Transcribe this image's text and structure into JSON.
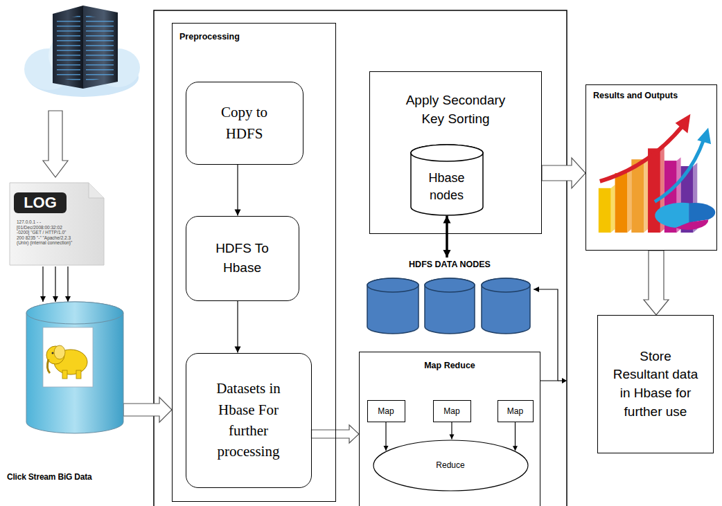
{
  "diagram": {
    "nodes": [
      {
        "text": [
          "Click Stream BiG Data"
        ]
      },
      {
        "text": [
          "LOG",
          "127.0.0.1 - - [01/Dec/2008:00:32:02 -0200] \"GET / HTTP/1.0\" 200 8235 \"-\" \"Apache/2.2.3 (Unix) (internal connection)\""
        ]
      },
      {
        "text": [
          "Preprocessing"
        ]
      },
      {
        "text": [
          "Copy to HDFS"
        ],
        "in": 2
      },
      {
        "text": [
          "HDFS To Hbase"
        ],
        "in": 2
      },
      {
        "text": [
          "Datasets in Hbase For further processing"
        ],
        "in": 2
      },
      {
        "text": [
          "Apply Secondary Key Sorting"
        ]
      },
      {
        "text": [
          "Hbase nodes"
        ],
        "in": 6
      },
      {
        "text": [
          "HDFS DATA NODES"
        ]
      },
      {
        "text": [
          "Map Reduce"
        ]
      },
      {
        "text": [
          "Map"
        ],
        "in": 9
      },
      {
        "text": [
          "Map"
        ],
        "in": 9
      },
      {
        "text": [
          "Map"
        ],
        "in": 9
      },
      {
        "text": [
          "Reduce"
        ],
        "in": 9
      },
      {
        "text": [
          "Results and Outputs"
        ]
      },
      {
        "text": [
          "Store Resultant data in Hbase for further use"
        ]
      }
    ],
    "edges": [
      {
        "from": 1,
        "to": 0,
        "arrow": "to"
      },
      {
        "from": 1,
        "to": 0,
        "arrow": "to"
      },
      {
        "from": 1,
        "to": 0,
        "arrow": "to"
      },
      {
        "from": 0,
        "to": 2,
        "arrow": "to"
      },
      {
        "from": 3,
        "to": 4,
        "arrow": "to"
      },
      {
        "from": 4,
        "to": 5,
        "arrow": "to"
      },
      {
        "from": 5,
        "to": 9,
        "arrow": "to"
      },
      {
        "from": 7,
        "to": 8,
        "arrow": "both"
      },
      {
        "from": 9,
        "to": 8,
        "arrow": "to"
      },
      {
        "from": 10,
        "to": 13,
        "arrow": "to"
      },
      {
        "from": 11,
        "to": 13,
        "arrow": "to"
      },
      {
        "from": 12,
        "to": 13,
        "arrow": "to"
      },
      {
        "from": 6,
        "to": 14,
        "arrow": "to"
      },
      {
        "from": 14,
        "to": 15,
        "arrow": "to"
      }
    ]
  }
}
